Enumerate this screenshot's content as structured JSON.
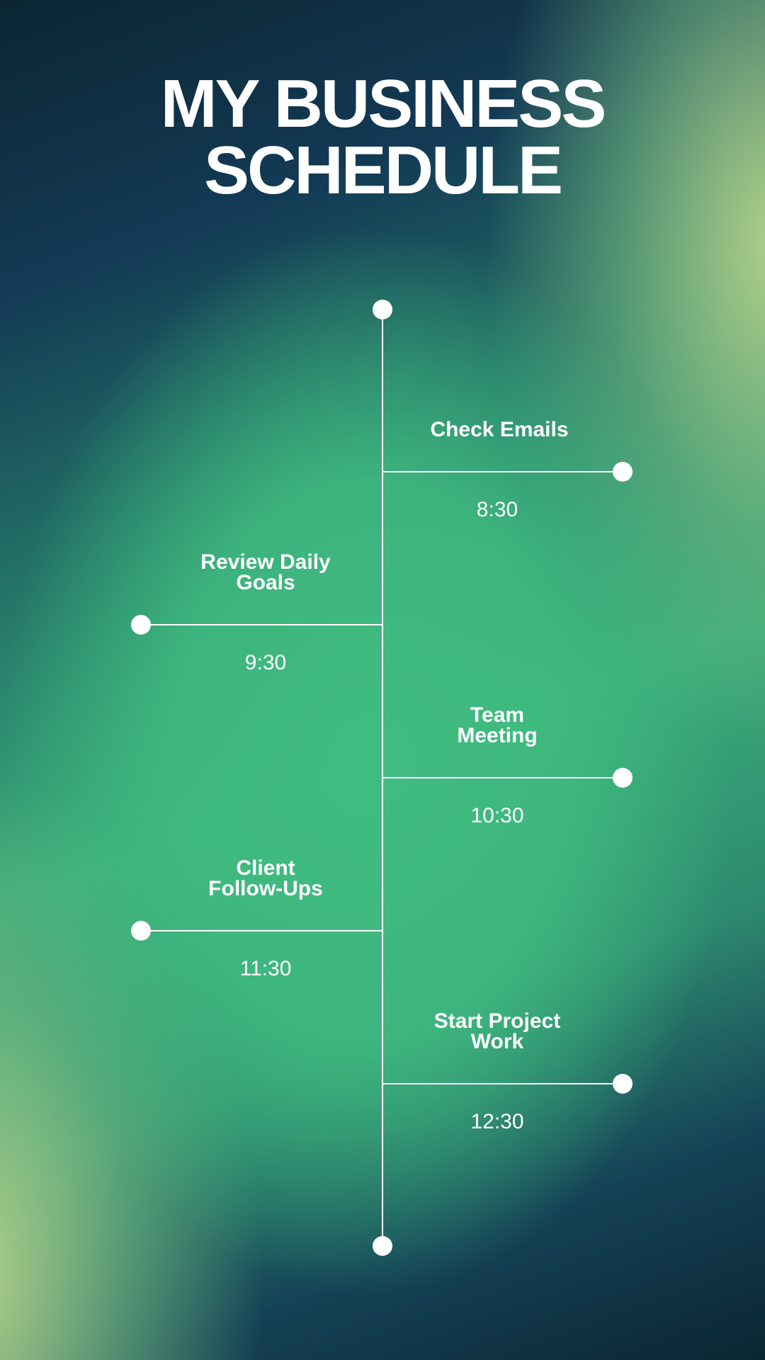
{
  "title": {
    "line1": "MY BUSINESS",
    "line2": "SCHEDULE"
  },
  "colors": {
    "text": "#ffffff",
    "line": "#ffffff",
    "bg_center": "#40bc80",
    "bg_corner_dark": "#0c2633",
    "bg_corner_light": "#bad68c"
  },
  "schedule": [
    {
      "task_line1": "Check Emails",
      "task_line2": "",
      "time": "8:30",
      "side": "right"
    },
    {
      "task_line1": "Review Daily",
      "task_line2": "Goals",
      "time": "9:30",
      "side": "left"
    },
    {
      "task_line1": "Team",
      "task_line2": "Meeting",
      "time": "10:30",
      "side": "right"
    },
    {
      "task_line1": "Client",
      "task_line2": "Follow-Ups",
      "time": "11:30",
      "side": "left"
    },
    {
      "task_line1": "Start Project",
      "task_line2": "Work",
      "time": "12:30",
      "side": "right"
    }
  ]
}
